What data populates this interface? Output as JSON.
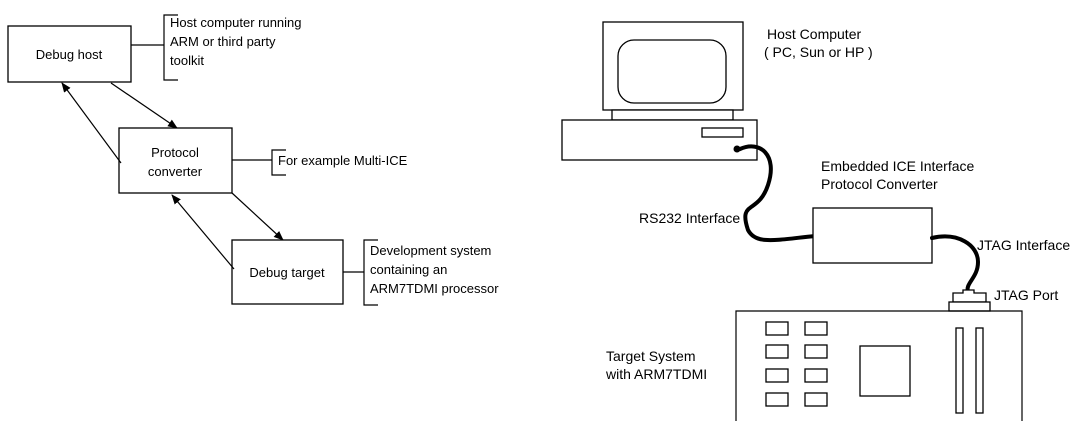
{
  "left_diagram": {
    "debug_host": {
      "label": "Debug host"
    },
    "protocol_converter": {
      "label_line1": "Protocol",
      "label_line2": "converter"
    },
    "debug_target": {
      "label": "Debug target"
    },
    "host_note": {
      "line1": "Host computer running",
      "line2": "ARM or third party",
      "line3": "toolkit"
    },
    "converter_note": {
      "line1": "For example Multi-ICE"
    },
    "target_note": {
      "line1": "Development system",
      "line2": "containing an",
      "line3": "ARM7TDMI processor"
    }
  },
  "right_diagram": {
    "host_computer": {
      "line1": "Host Computer",
      "line2": "( PC, Sun or HP )"
    },
    "ice_converter": {
      "line1": "Embedded ICE Interface",
      "line2": "Protocol Converter"
    },
    "rs232": {
      "label": "RS232 Interface"
    },
    "jtag_interface": {
      "label": "JTAG Interface"
    },
    "jtag_port": {
      "label": "JTAG Port"
    },
    "target_system": {
      "line1": "Target System",
      "line2": "with ARM7TDMI"
    }
  }
}
